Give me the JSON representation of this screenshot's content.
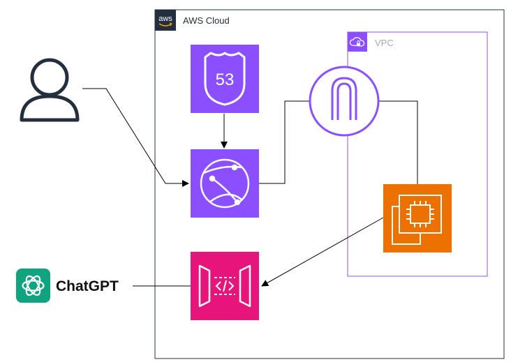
{
  "groups": {
    "aws_cloud": {
      "label": "AWS Cloud",
      "badge": "aws"
    },
    "vpc": {
      "label": "VPC"
    }
  },
  "nodes": {
    "user": {
      "icon": "user-icon"
    },
    "route53": {
      "badge": "53",
      "icon": "route53-icon",
      "color": "#8c4fff"
    },
    "cloudfront": {
      "icon": "cloudfront-icon",
      "color": "#8c4fff"
    },
    "internet_gateway": {
      "icon": "internet-gateway-icon",
      "color": "#8c4fff"
    },
    "ec2": {
      "icon": "ec2-icon",
      "color": "#ed7100"
    },
    "api_gateway": {
      "icon": "api-gateway-icon",
      "color": "#e7157b"
    },
    "chatgpt": {
      "label": "ChatGPT",
      "icon": "openai-logo-icon",
      "color": "#10a37f"
    }
  },
  "connections": [
    {
      "from": "user",
      "to": "cloudfront"
    },
    {
      "from": "route53",
      "to": "cloudfront"
    },
    {
      "from": "cloudfront",
      "to": "internet_gateway"
    },
    {
      "from": "internet_gateway",
      "to": "ec2"
    },
    {
      "from": "ec2",
      "to": "api_gateway"
    },
    {
      "from": "chatgpt",
      "to": "api_gateway"
    }
  ]
}
